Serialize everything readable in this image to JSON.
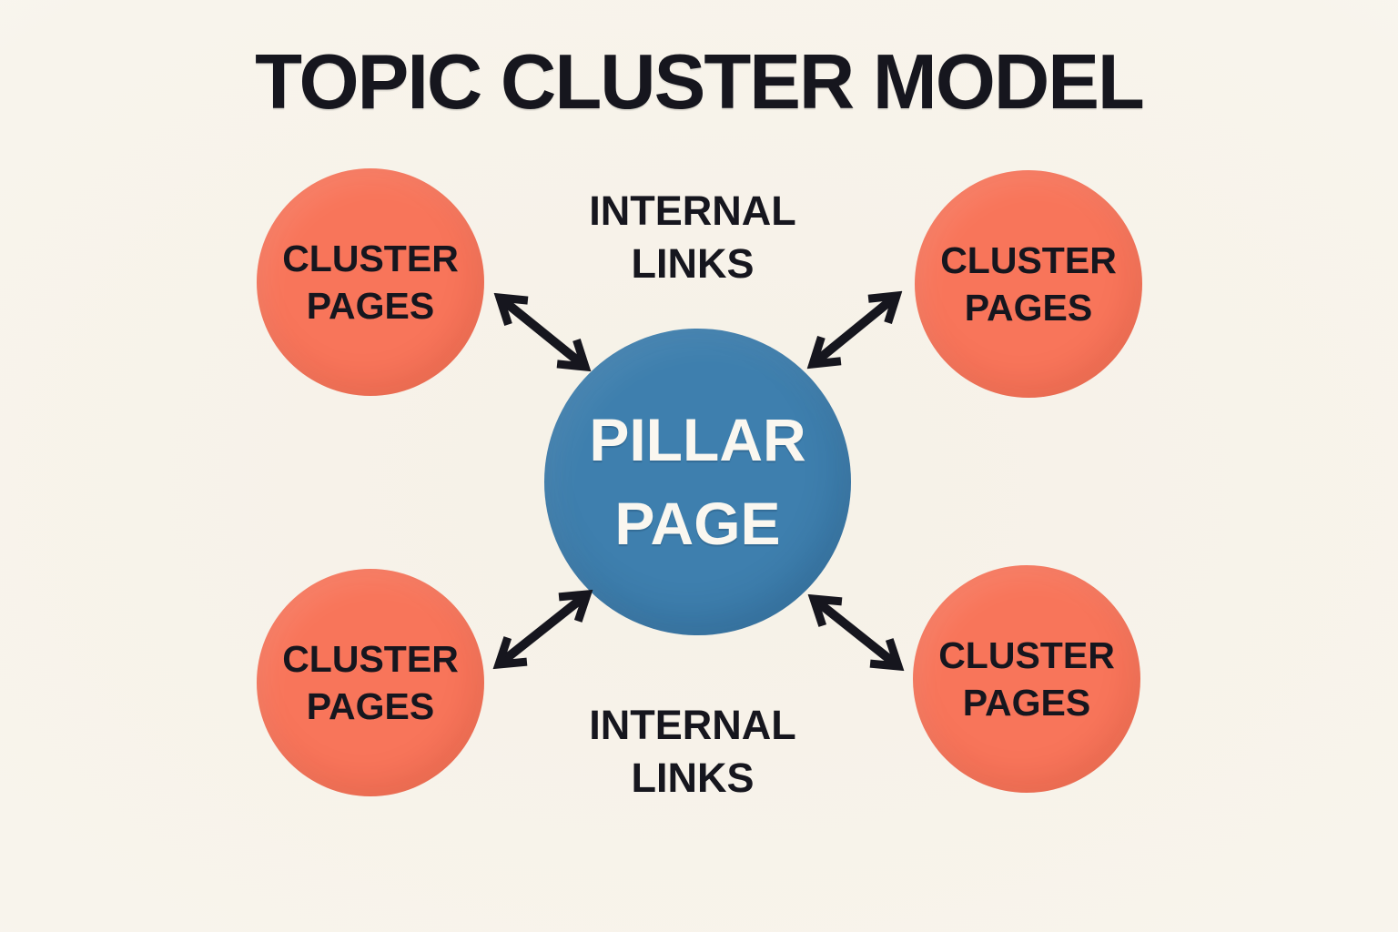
{
  "title": "TOPIC CLUSTER MODEL",
  "diagram_type": "topic-cluster-model",
  "colors": {
    "background": "#f8f4ec",
    "ink": "#16161e",
    "cluster_fill": "#f8755a",
    "pillar_fill": "#3e7fae",
    "pillar_text": "#faf7f0"
  },
  "pillar": {
    "label": "PILLAR PAGE"
  },
  "clusters": [
    {
      "position": "top-left",
      "label": "CLUSTER PAGES"
    },
    {
      "position": "top-right",
      "label": "CLUSTER PAGES"
    },
    {
      "position": "bottom-left",
      "label": "CLUSTER PAGES"
    },
    {
      "position": "bottom-right",
      "label": "CLUSTER PAGES"
    }
  ],
  "link_labels": [
    {
      "position": "top",
      "label": "INTERNAL LINKS"
    },
    {
      "position": "bottom",
      "label": "INTERNAL LINKS"
    }
  ],
  "arrows": [
    {
      "between": [
        "cluster-top-left",
        "pillar-page"
      ],
      "style": "double-headed"
    },
    {
      "between": [
        "cluster-top-right",
        "pillar-page"
      ],
      "style": "double-headed"
    },
    {
      "between": [
        "cluster-bottom-left",
        "pillar-page"
      ],
      "style": "double-headed"
    },
    {
      "between": [
        "cluster-bottom-right",
        "pillar-page"
      ],
      "style": "double-headed"
    }
  ]
}
